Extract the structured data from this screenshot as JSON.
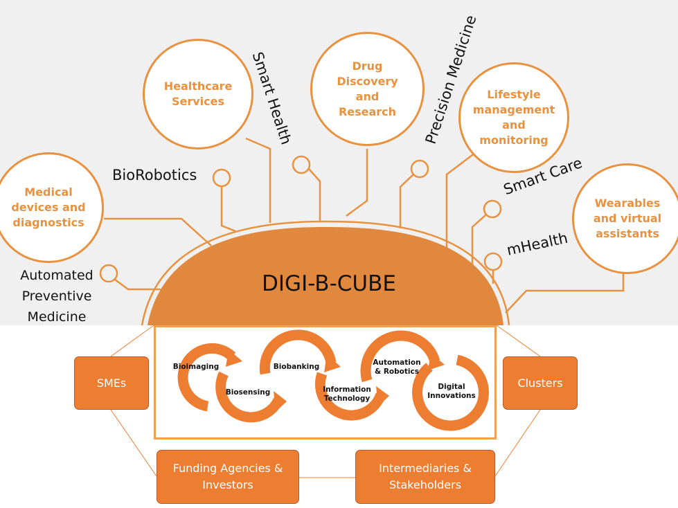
{
  "hub": {
    "title": "DIGI-B-CUBE"
  },
  "circles": [
    {
      "id": "medical",
      "label": "Medical\ndevices and\ndiagnostics"
    },
    {
      "id": "healthcare",
      "label": "Healthcare\nServices"
    },
    {
      "id": "drug",
      "label": "Drug\nDiscovery\nand\nResearch"
    },
    {
      "id": "lifestyle",
      "label": "Lifestyle\nmanagement\nand\nmonitoring"
    },
    {
      "id": "wearables",
      "label": "Wearables\nand virtual\nassistants"
    }
  ],
  "labels": {
    "smart_health": "Smart Health",
    "precision_medicine": "Precision Medicine",
    "biorobotics": "BioRobotics",
    "smart_care": "Smart Care",
    "mhealth": "mHealth",
    "automated_preventive": "Automated\nPreventive\nMedicine"
  },
  "cycle_steps": [
    "Bioimaging",
    "Biosensing",
    "Biobanking",
    "Information\nTechnology",
    "Automation\n& Robotics",
    "Digital\nInnovations"
  ],
  "boxes": {
    "smes": "SMEs",
    "clusters": "Clusters",
    "funding": "Funding Agencies &\nInvestors",
    "intermediaries": "Intermediaries &\nStakeholders"
  },
  "colors": {
    "accent": "#ed7d31",
    "circle_text": "#e8913f",
    "dome": "#e0893e",
    "line": "#e8913f"
  }
}
